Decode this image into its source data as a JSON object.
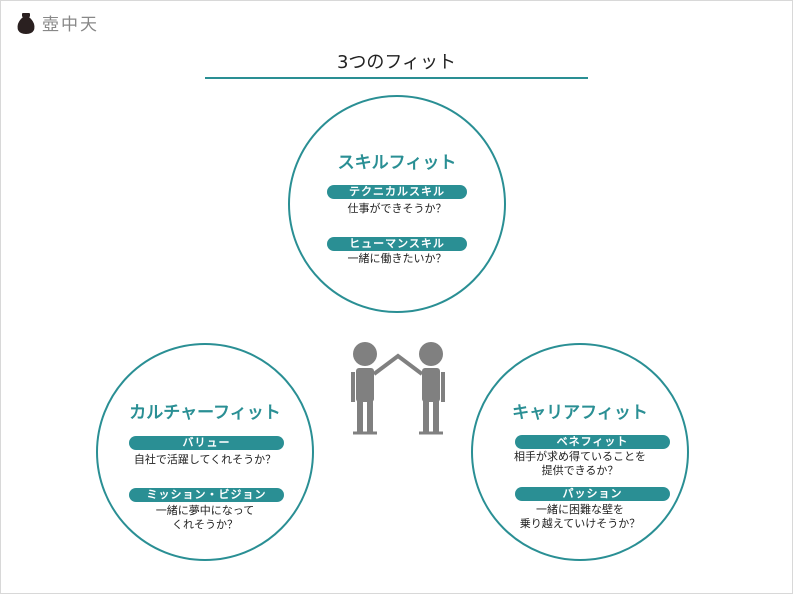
{
  "logo": {
    "text": "壺中天"
  },
  "title": "3つのフィット",
  "skill": {
    "title": "スキルフィット",
    "items": [
      {
        "label": "テクニカルスキル",
        "text": "仕事ができそうか？"
      },
      {
        "label": "ヒューマンスキル",
        "text": "一緒に働きたいか？"
      }
    ]
  },
  "culture": {
    "title": "カルチャーフィット",
    "items": [
      {
        "label": "バリュー",
        "text": "自社で活躍してくれそうか？"
      },
      {
        "label": "ミッション・ビジョン",
        "text1": "一緒に夢中になって",
        "text2": "くれそうか？"
      }
    ]
  },
  "career": {
    "title": "キャリアフィット",
    "items": [
      {
        "label": "ベネフィット",
        "text1": "相手が求め得ていることを",
        "text2": "提供できるか？"
      },
      {
        "label": "パッション",
        "text1": "一緒に困難な壁を",
        "text2": "乗り越えていけそうか？"
      }
    ]
  },
  "colors": {
    "accent": "#2a8f94",
    "figure": "#808080"
  }
}
